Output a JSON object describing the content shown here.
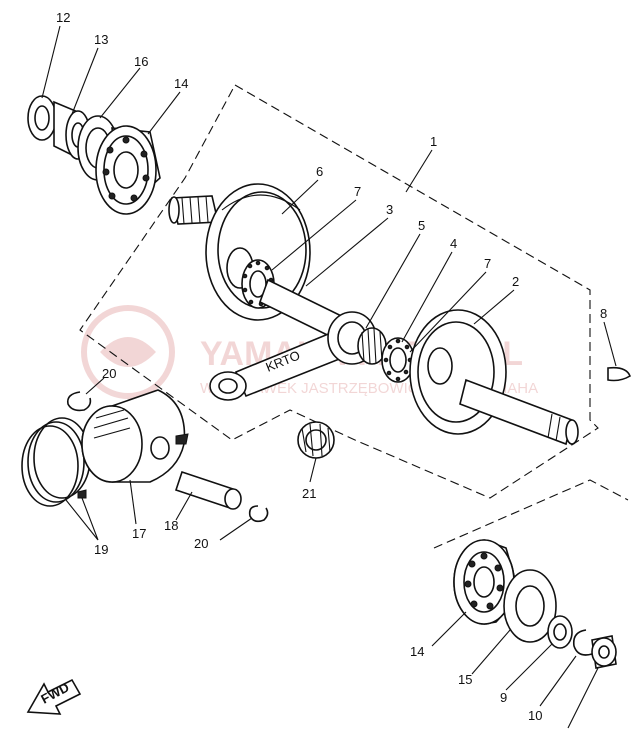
{
  "watermark": {
    "main": "YAMAHA-PARTS.PL",
    "sub": "WŁOCŁAWEK JASTRZĘBOWICZ ŁÓDŹ YAMAHA",
    "color": "#e8b6b6"
  },
  "fwd_label": "FWD",
  "labels": {
    "l1": "1",
    "l2": "2",
    "l3": "3",
    "l4": "4",
    "l5": "5",
    "l6": "6",
    "l7a": "7",
    "l7b": "7",
    "l8": "8",
    "l9": "9",
    "l10": "10",
    "l12": "12",
    "l13": "13",
    "l14a": "14",
    "l14b": "14",
    "l15": "15",
    "l16": "16",
    "l17": "17",
    "l18": "18",
    "l19": "19",
    "l20a": "20",
    "l20b": "20",
    "l21": "21"
  },
  "con_rod_mark": "KRTO"
}
